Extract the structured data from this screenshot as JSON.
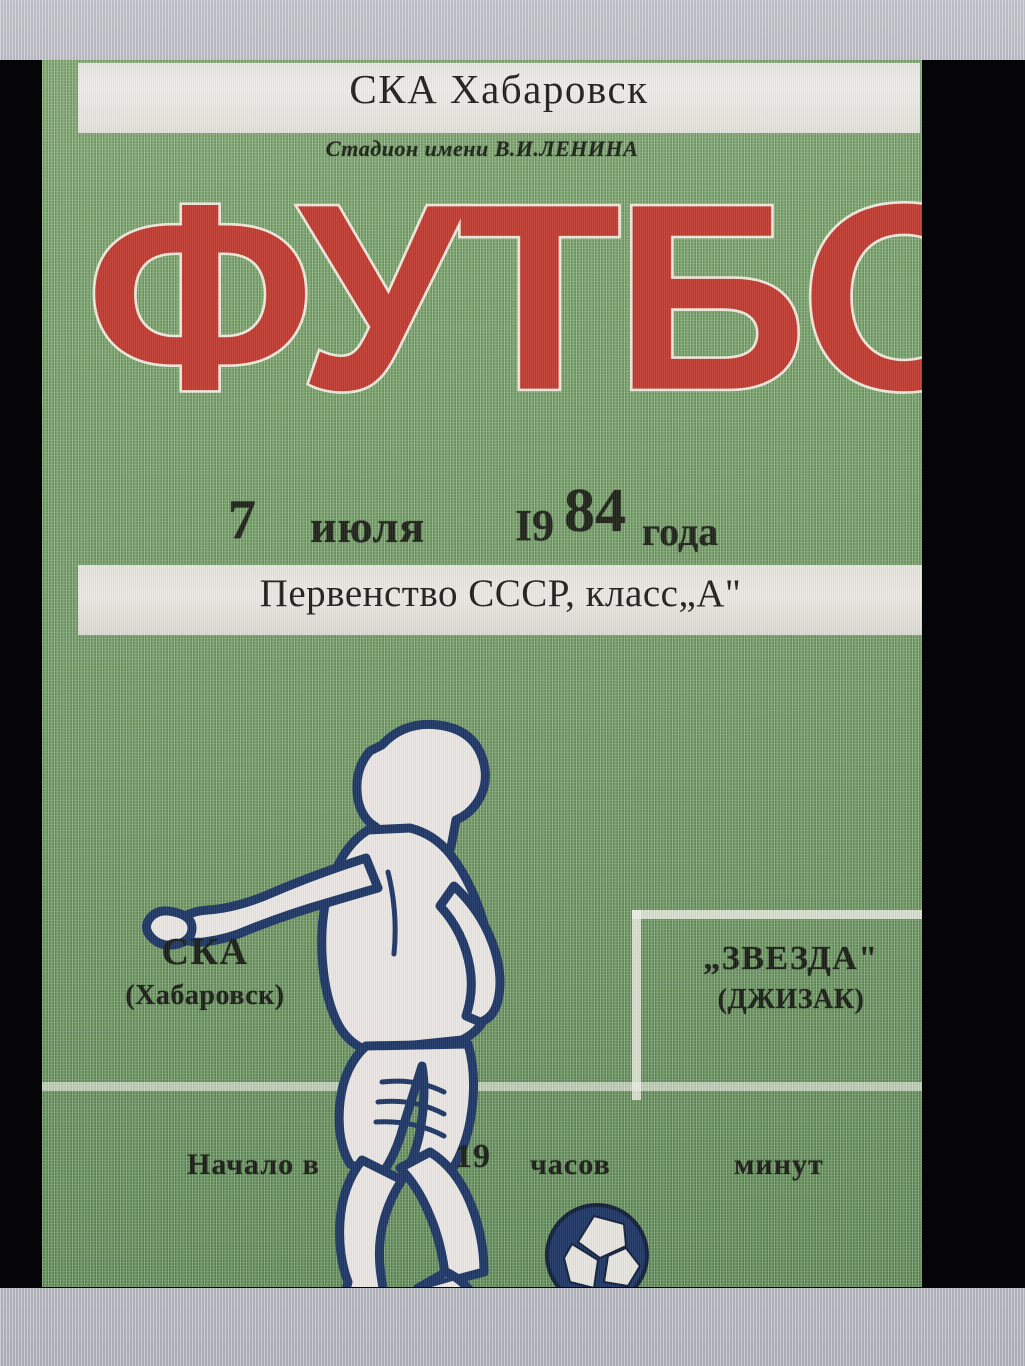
{
  "poster": {
    "club_name": "СКА Хабаровск",
    "stadium": "Стадион имени  В.И.ЛЕНИНА",
    "wordmark": "ФУТБОЛ",
    "date": {
      "day": "7",
      "month": "июля",
      "year_century": "I9",
      "year_short": "84",
      "year_suffix": "года"
    },
    "competition": "Первенство СССР, класс„А\"",
    "home_team": {
      "name": "СКА",
      "city": "(Хабаровск)"
    },
    "away_team": {
      "name": "„ЗВЕЗДА\"",
      "city": "(ДЖИЗАК)"
    },
    "kickoff": {
      "prefix": "Начало в",
      "hour": "19",
      "hour_label": "часов",
      "minute_label": "минут"
    }
  },
  "colors": {
    "poster_green": "#6f9a62",
    "wordmark_red": "#c33c33",
    "wordmark_outline": "#f0e9dc",
    "band_cream": "#e9e8e2",
    "ink_dark": "#1b1f17",
    "illustration_navy": "#1e3866",
    "letterbox_black": "#050507",
    "desktop_gray": "#bfbfc8"
  }
}
